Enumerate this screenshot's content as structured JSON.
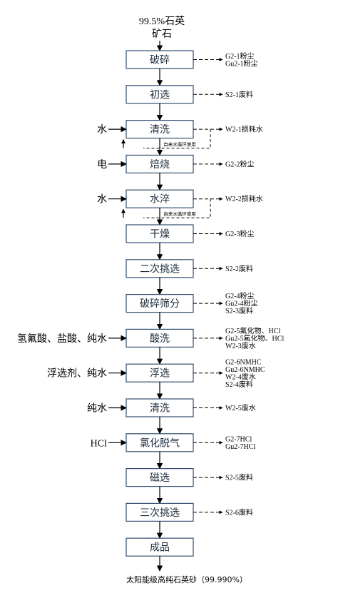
{
  "raw_material": [
    "99.5%石英",
    "矿石"
  ],
  "final_product": "太阳能级高纯石英砂（99.990%）",
  "recycle_label": "自来水循环使用",
  "steps": [
    {
      "label": "破碎",
      "input": "",
      "outputs": [
        "G2-1粉尘",
        "Gu2-1粉尘"
      ]
    },
    {
      "label": "初选",
      "input": "",
      "outputs": [
        "S2-1废料"
      ]
    },
    {
      "label": "清洗",
      "input": "水",
      "outputs": [
        "W2-1损耗水"
      ],
      "recycle": true
    },
    {
      "label": "焙烧",
      "input": "电",
      "outputs": [
        "G2-2粉尘"
      ]
    },
    {
      "label": "水淬",
      "input": "水",
      "outputs": [
        "W2-2损耗水"
      ],
      "recycle": true
    },
    {
      "label": "干燥",
      "input": "",
      "outputs": [
        "G2-3粉尘"
      ]
    },
    {
      "label": "二次挑选",
      "input": "",
      "outputs": [
        "S2-2废料"
      ]
    },
    {
      "label": "破碎筛分",
      "input": "",
      "outputs": [
        "G2-4粉尘",
        "Gu2-4粉尘",
        "S2-3废料"
      ]
    },
    {
      "label": "酸洗",
      "input": "氢氟酸、盐酸、纯水",
      "outputs": [
        "G2-5氟化物、HCl",
        "Gu2-5氟化物、HCl",
        "W2-3废水"
      ]
    },
    {
      "label": "浮选",
      "input": "浮选剂、纯水",
      "outputs": [
        "G2-6NMHC",
        "Gu2-6NMHC",
        "W2-4废水",
        "S2-4废料"
      ]
    },
    {
      "label": "清洗",
      "input": "纯水",
      "outputs": [
        "W2-5废水"
      ]
    },
    {
      "label": "氯化脱气",
      "input": "HCl",
      "outputs": [
        "G2-7HCl",
        "Gu2-7HCl"
      ]
    },
    {
      "label": "磁选",
      "input": "",
      "outputs": [
        "S2-5废料"
      ]
    },
    {
      "label": "三次挑选",
      "input": "",
      "outputs": [
        "S2-6废料"
      ]
    },
    {
      "label": "成品",
      "input": "",
      "outputs": []
    }
  ]
}
